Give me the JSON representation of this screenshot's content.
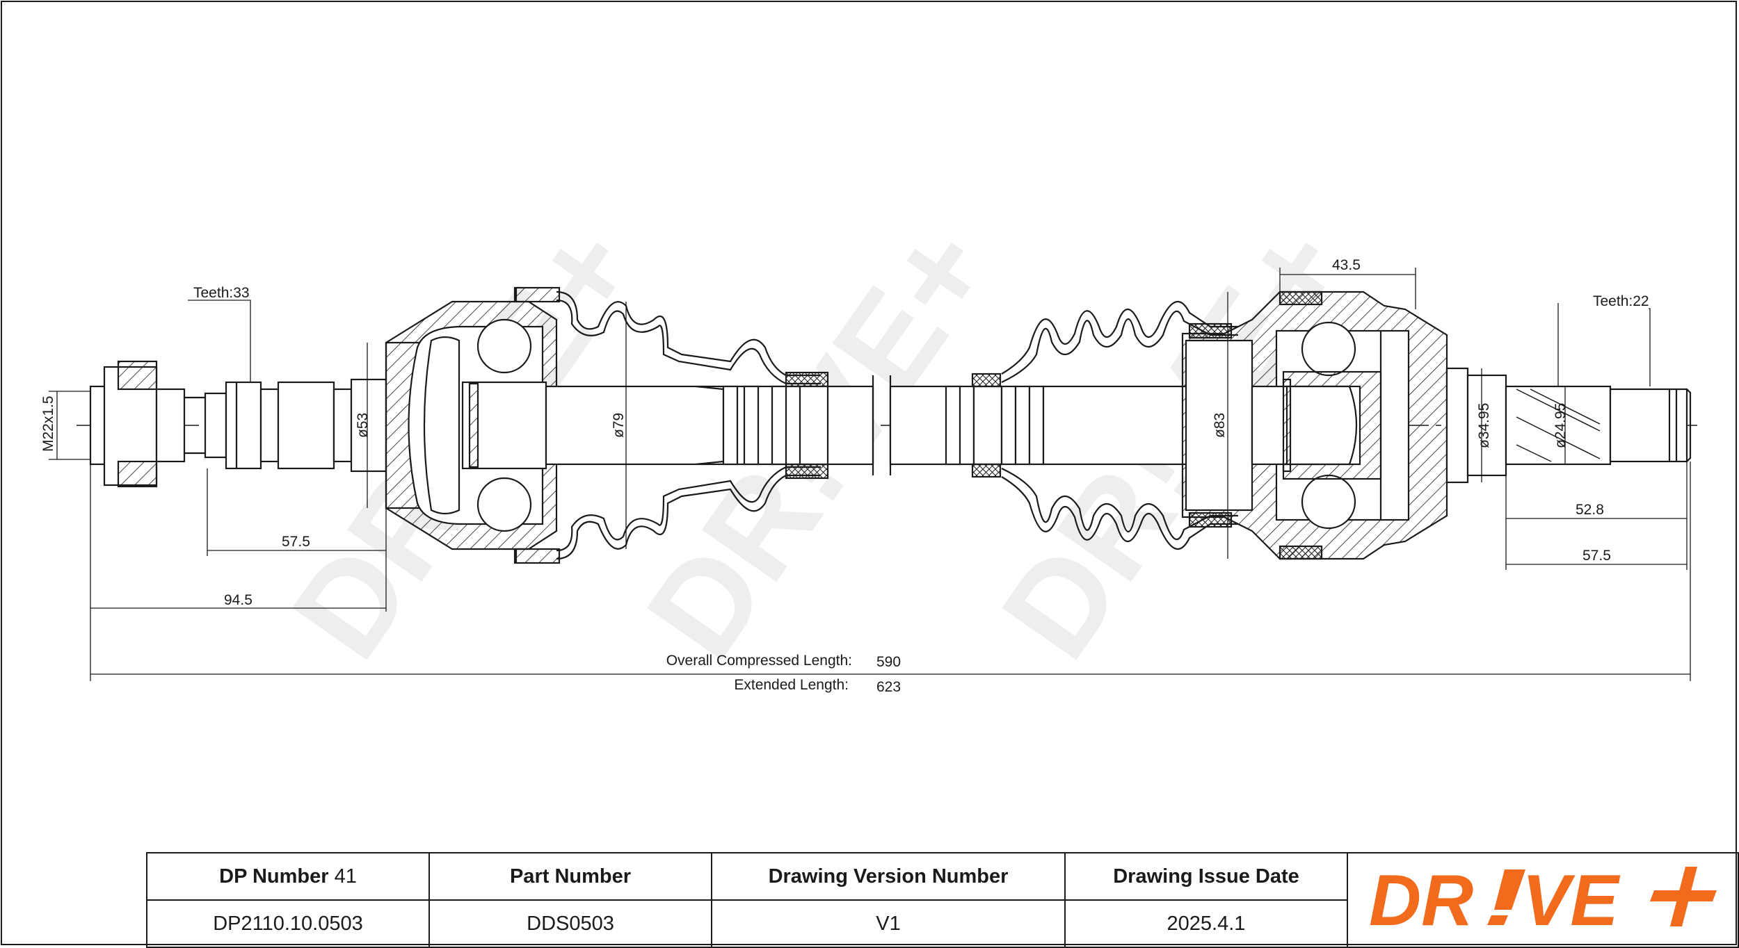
{
  "dimensions": {
    "thread": "M22x1.5",
    "teeth_left": "Teeth:33",
    "teeth_right": "Teeth:22",
    "d53": "ø53",
    "d79": "ø79",
    "d83": "ø83",
    "d34_95": "ø34.95",
    "d24_95": "ø24.95",
    "len_57_5_left": "57.5",
    "len_94_5": "94.5",
    "len_43_5": "43.5",
    "len_52_8": "52.8",
    "len_57_5_right": "57.5",
    "overall_label": "Overall Compressed Length:",
    "overall_value": "590",
    "extended_label": "Extended Length:",
    "extended_value": "623"
  },
  "title_block": {
    "dp_number_label": "DP Number",
    "dp_number_suffix": "41",
    "part_number_label": "Part Number",
    "drawing_version_label": "Drawing Version Number",
    "drawing_issue_label": "Drawing Issue Date",
    "dp_number": "DP2110.10.0503",
    "part_number": "DDS0503",
    "drawing_version": "V1",
    "drawing_issue_date": "2025.4.1"
  },
  "logo": {
    "text_dr": "DR",
    "text_ve": "VE",
    "color": "#f26a1b"
  },
  "watermark_color": "#ececec"
}
